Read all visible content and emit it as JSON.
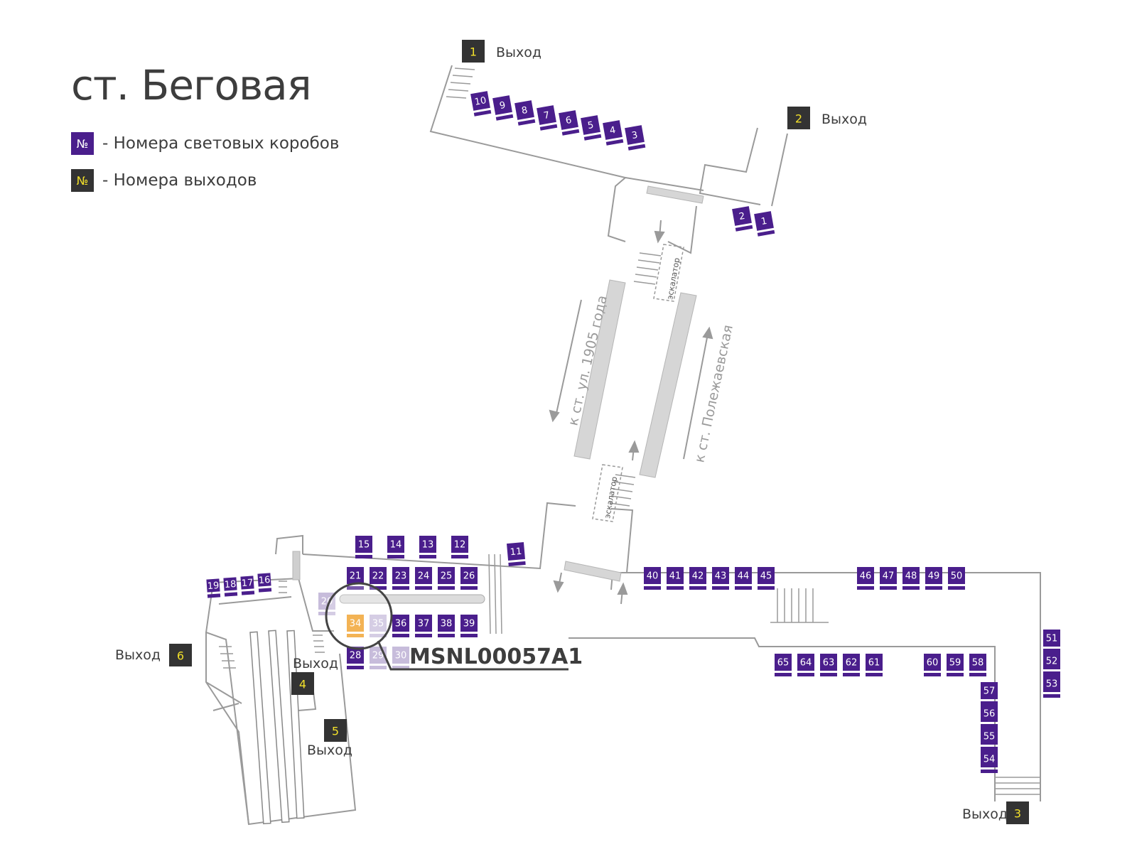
{
  "title": "ст. Беговая",
  "legend": {
    "box_symbol": "№",
    "box_text": "- Номера световых коробов",
    "exit_symbol": "№",
    "exit_text": "- Номера выходов"
  },
  "colors": {
    "box": "#4a1e8c",
    "box_faded": "#c7bcdb",
    "highlight": "#ef9a1b",
    "exit": "#333333",
    "exit_number": "#f2e02a",
    "wall": "#9a9a9a",
    "platform": "#d6d6d6"
  },
  "exits": [
    {
      "number": "1",
      "label": "Выход"
    },
    {
      "number": "2",
      "label": "Выход"
    },
    {
      "number": "3",
      "label": "Выход"
    },
    {
      "number": "4",
      "label": "Выход"
    },
    {
      "number": "5",
      "label": "Выход"
    },
    {
      "number": "6",
      "label": "Выход"
    }
  ],
  "directions": {
    "to_1905": "к ст. ул. 1905 года",
    "to_polezh": "к ст. Полежаевская"
  },
  "escalator_label": "эскалатор",
  "highlighted_box": "34",
  "callout_code": "MSNL00057A1",
  "boxes": [
    "1",
    "2",
    "3",
    "4",
    "5",
    "6",
    "7",
    "8",
    "9",
    "10",
    "11",
    "12",
    "13",
    "14",
    "15",
    "16",
    "17",
    "18",
    "19",
    "20",
    "21",
    "22",
    "23",
    "24",
    "25",
    "26",
    "28",
    "29",
    "30",
    "34",
    "35",
    "36",
    "37",
    "38",
    "39",
    "40",
    "41",
    "42",
    "43",
    "44",
    "45",
    "46",
    "47",
    "48",
    "49",
    "50",
    "51",
    "52",
    "53",
    "54",
    "55",
    "56",
    "57",
    "58",
    "59",
    "60",
    "61",
    "62",
    "63",
    "64",
    "65"
  ]
}
